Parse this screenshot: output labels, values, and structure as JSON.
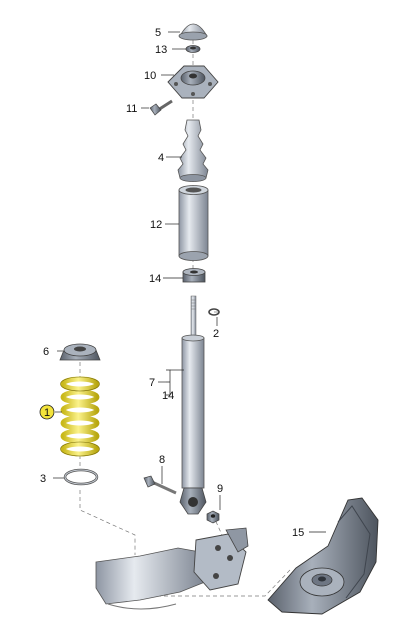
{
  "labels": {
    "l1": "1",
    "l2": "2",
    "l3": "3",
    "l4": "4",
    "l5": "5",
    "l6": "6",
    "l7": "7",
    "l8": "8",
    "l9": "9",
    "l10": "10",
    "l11": "11",
    "l12": "12",
    "l13": "13",
    "l14a": "14",
    "l14b": "14",
    "l15": "15"
  },
  "colors": {
    "part_gray": "#b9c1cc",
    "part_dark": "#6f7784",
    "spring_yellow": "#f3e33b",
    "leader": "#222222",
    "dash": "#666666"
  }
}
